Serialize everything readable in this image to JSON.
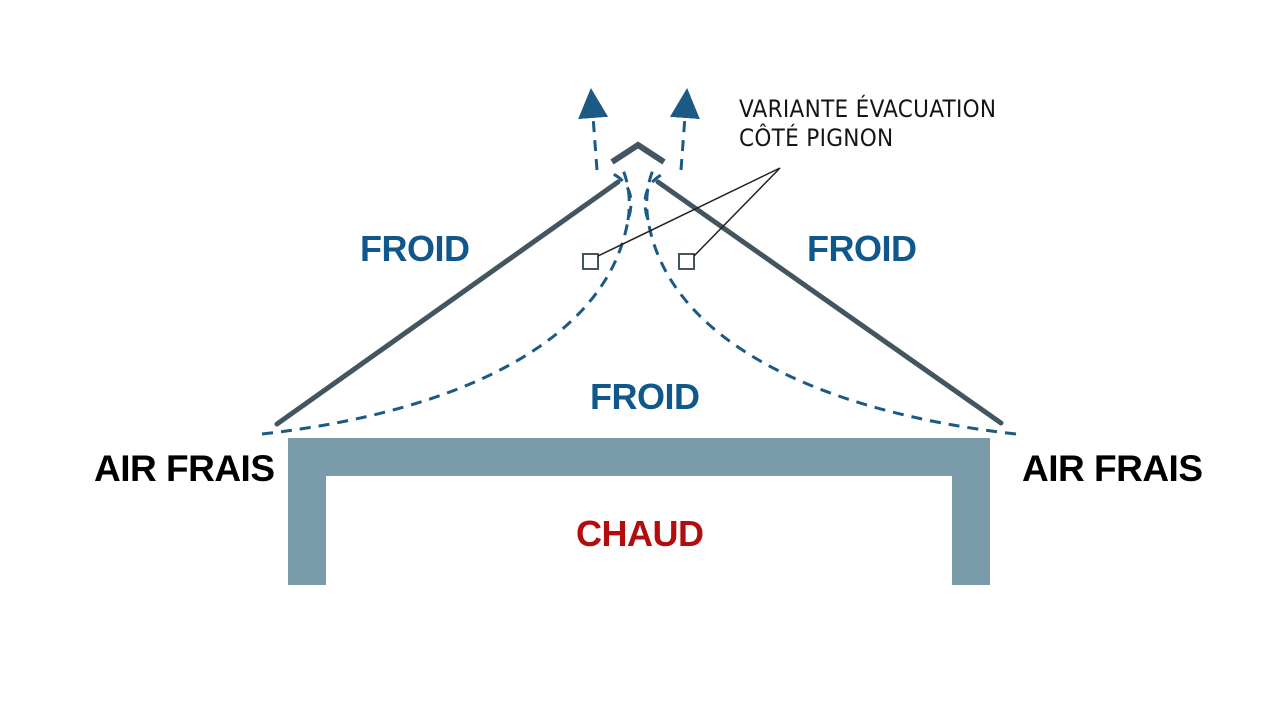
{
  "colors": {
    "roof": "#43555f",
    "wall": "#7a9caa",
    "cold_text": "#10578c",
    "warm_text": "#b20c0c",
    "airflow": "#1a5a85",
    "note_text": "#151515",
    "side_text": "#000000"
  },
  "labels": {
    "froid_left": "FROID",
    "froid_right": "FROID",
    "froid_center": "FROID",
    "chaud": "CHAUD",
    "air_frais_left": "AIR FRAIS",
    "air_frais_right": "AIR FRAIS",
    "note_line1": "VARIANTE ÉVACUATION",
    "note_line2": "CÔTÉ PIGNON"
  }
}
